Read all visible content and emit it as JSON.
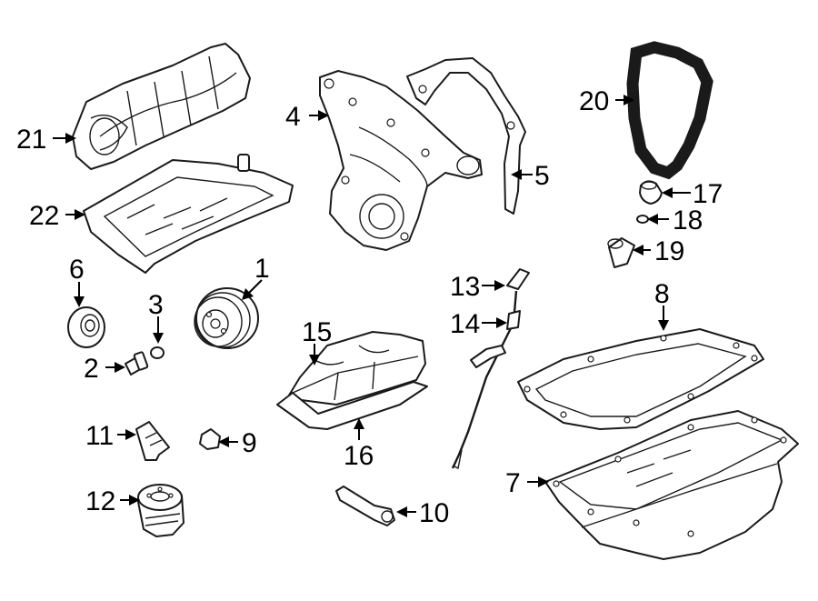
{
  "callouts": {
    "c1": "1",
    "c2": "2",
    "c3": "3",
    "c4": "4",
    "c5": "5",
    "c6": "6",
    "c7": "7",
    "c8": "8",
    "c9": "9",
    "c10": "10",
    "c11": "11",
    "c12": "12",
    "c13": "13",
    "c14": "14",
    "c15": "15",
    "c16": "16",
    "c17": "17",
    "c18": "18",
    "c19": "19",
    "c20": "20",
    "c21": "21",
    "c22": "22"
  },
  "colors": {
    "ink": "#000000",
    "line": "#1a1a1a",
    "paper": "#ffffff"
  }
}
